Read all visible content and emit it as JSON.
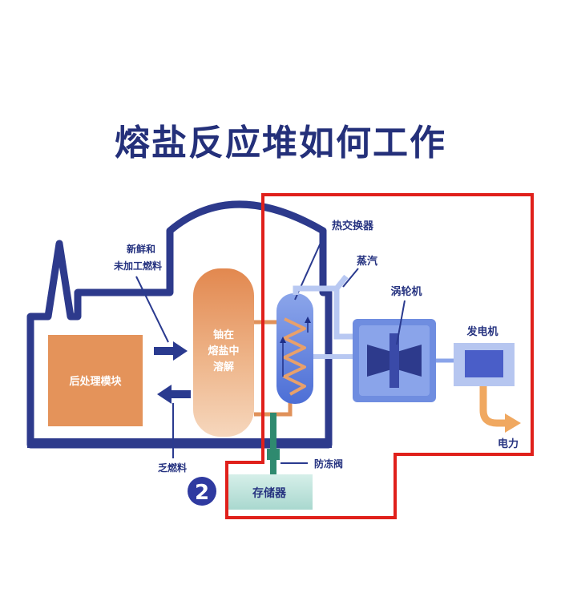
{
  "title": "熔盐反应堆如何工作",
  "labels": {
    "fresh_fuel_line1": "新鲜和",
    "fresh_fuel_line2": "未加工燃料",
    "reprocessing": "后处理模块",
    "core_line1": "铀在",
    "core_line2": "熔盐中",
    "core_line3": "溶解",
    "heat_exchanger": "热交换器",
    "steam": "蒸汽",
    "turbine": "涡轮机",
    "generator": "发电机",
    "electricity": "电力",
    "spent_fuel": "乏燃料",
    "freeze_valve": "防冻阀",
    "storage": "存储器",
    "badge_number": "2"
  },
  "colors": {
    "title": "#24307a",
    "containment": "#2d3a8c",
    "label_text": "#263380",
    "highlight_border": "#e0201b",
    "core": "#e8a06b",
    "reprocessing": "#e4935a",
    "heat_exchanger": "#6f8de0",
    "turbine": "#5b79e0",
    "generator": "#5a6cd2",
    "power_arrow": "#f0a860",
    "storage": "#bfe3dd",
    "valve": "#2f8a6f",
    "arrow": "#2a3a8f"
  }
}
